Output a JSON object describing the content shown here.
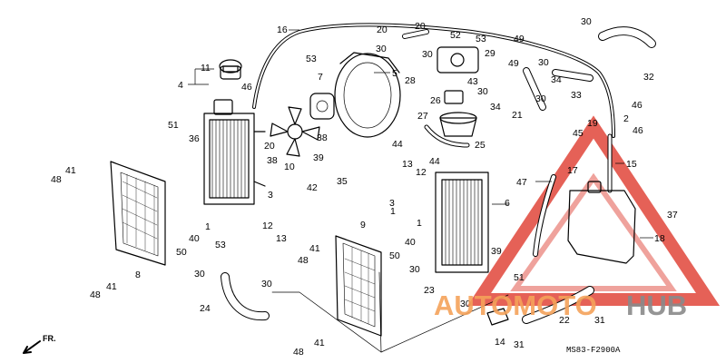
{
  "diagram": {
    "part_code": "MS83-F2900A",
    "direction_label": "FR.",
    "watermark": {
      "part1": "AUTOMOTO",
      "part2": "HUB",
      "color_accent": "#f5a25a",
      "color_secondary": "#8a8a8a"
    },
    "callouts": [
      "1",
      "2",
      "3",
      "4",
      "5",
      "6",
      "7",
      "8",
      "9",
      "10",
      "11",
      "12",
      "13",
      "14",
      "15",
      "16",
      "17",
      "18",
      "19",
      "20",
      "21",
      "22",
      "23",
      "24",
      "25",
      "26",
      "27",
      "28",
      "29",
      "30",
      "31",
      "32",
      "33",
      "34",
      "35",
      "36",
      "37",
      "38",
      "39",
      "40",
      "41",
      "42",
      "43",
      "44",
      "45",
      "46",
      "47",
      "48",
      "49",
      "50",
      "51",
      "52",
      "53"
    ]
  }
}
